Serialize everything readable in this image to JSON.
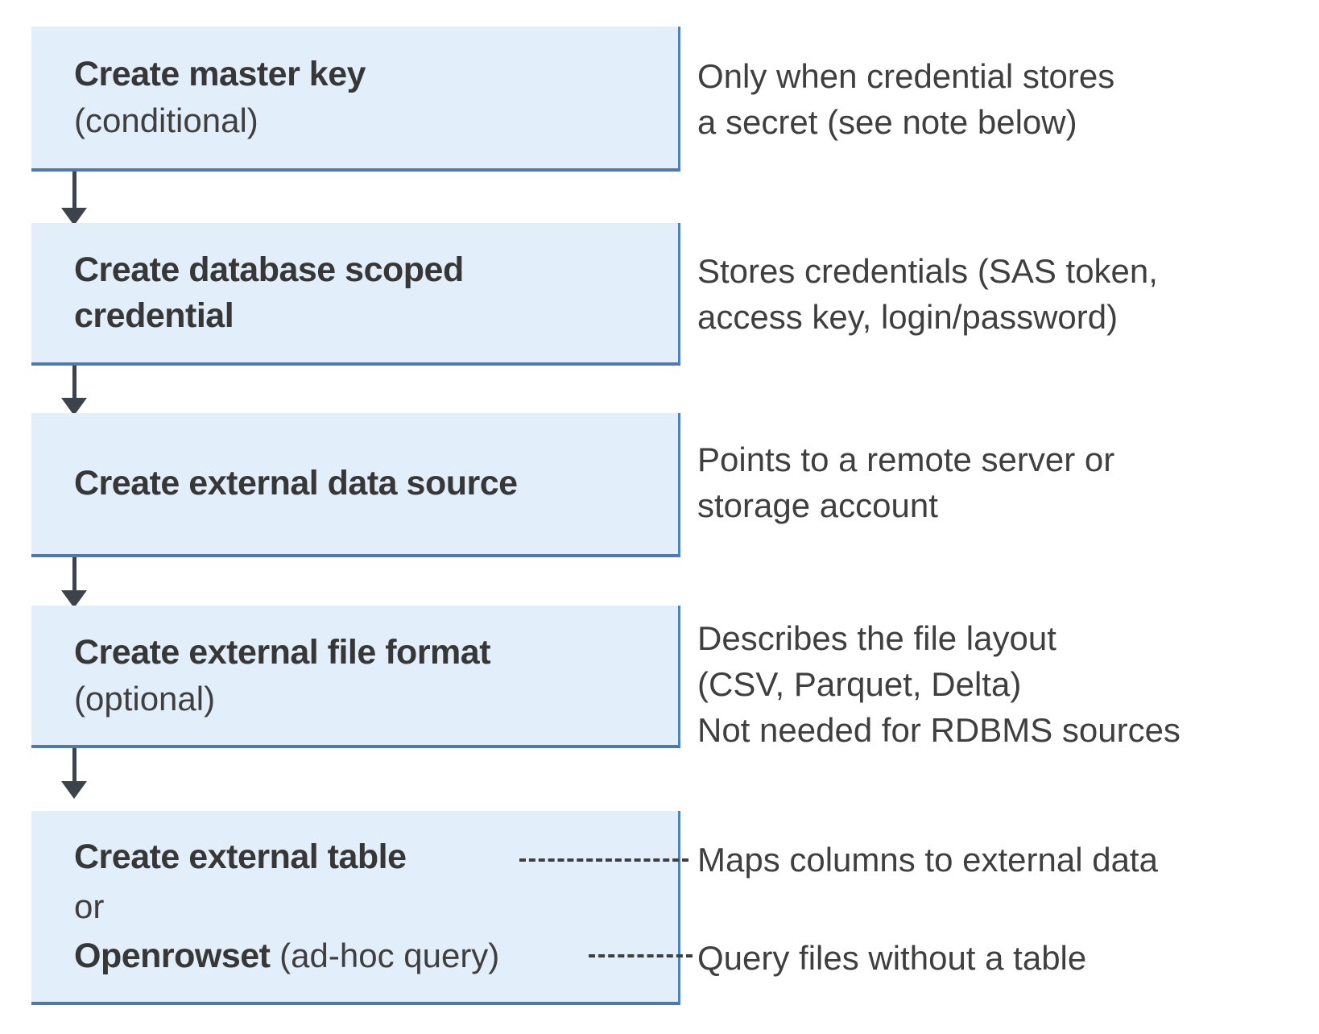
{
  "diagram": {
    "steps": [
      {
        "title": "Create master key",
        "qualifier": "(conditional)",
        "annotation": "Only when credential stores\na secret (see note below)"
      },
      {
        "title": "Create database scoped\ncredential",
        "annotation": "Stores credentials (SAS token,\naccess key, login/password)"
      },
      {
        "title": "Create external data source",
        "annotation": "Points to a remote server or\nstorage account"
      },
      {
        "title": "Create external file format",
        "qualifier": "(optional)",
        "annotation": "Describes the file layout\n(CSV, Parquet, Delta)\nNot needed for RDBMS sources"
      }
    ],
    "final_step": {
      "option_a": "Create external table",
      "conjunction": "or",
      "option_b": "Openrowset",
      "option_b_suffix": " (ad-hoc query)",
      "annotation_a": "Maps columns to external data",
      "annotation_b": "Query files without a table"
    },
    "colors": {
      "box_fill": "#e3eefb",
      "box_border_right": "#4d82c2",
      "box_border_bottom": "#5078ac",
      "arrow": "#3d434b",
      "dash": "#3f3f3f",
      "title_text": "#373737",
      "body_text": "#3f3f3f",
      "background": "#ffffff"
    }
  }
}
